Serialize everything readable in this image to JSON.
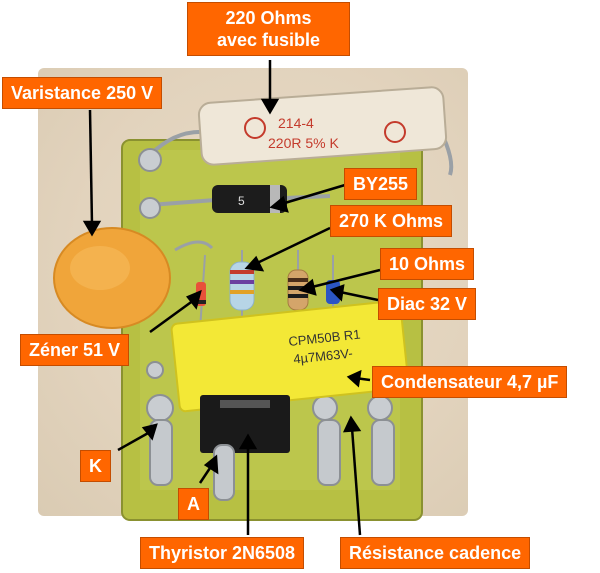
{
  "labels": {
    "resistor_220": "220 Ohms\navec fusible",
    "varistance": "Varistance 250 V",
    "by255": "BY255",
    "r270k": "270 K Ohms",
    "r10": "10 Ohms",
    "diac": "Diac 32 V",
    "zener": "Zéner 51 V",
    "condensateur": "Condensateur 4,7 µF",
    "k": "K",
    "a": "A",
    "thyristor": "Thyristor 2N6508",
    "resistance_cadence": "Résistance cadence"
  },
  "component_markings": {
    "resistor_code": "214-4",
    "resistor_value": "220R 5% K",
    "diode_mark": "5",
    "cap_line1": "CPM50B  R1",
    "cap_line2": "4µ7M63V-"
  },
  "colors": {
    "label_bg": "#ff6600",
    "label_text": "#ffffff",
    "pcb_green": "#b9c24a",
    "capacitor_yellow": "#f4ea3a",
    "varistor_orange": "#f2a93b"
  }
}
